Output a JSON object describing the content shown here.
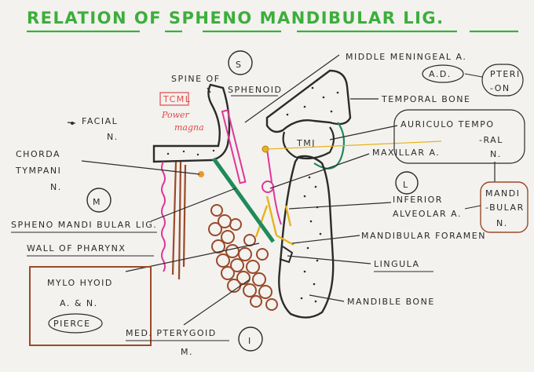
{
  "title": "RELATION OF SPHENO MANDIBULAR LIG.",
  "colors": {
    "title": "#3cae3c",
    "ink": "#2b2b2b",
    "green": "#1f8a5a",
    "pink": "#e0359a",
    "brown": "#9a4a2a",
    "orange": "#e59a2a",
    "yellow": "#e7b21a",
    "red_note": "#e24a4a"
  },
  "circles": {
    "s": "S",
    "m": "M",
    "l": "L",
    "i": "I"
  },
  "labels": {
    "spine_of_sphenoid": [
      "SPINE OF",
      "SPHENOID"
    ],
    "facial_n": [
      "FACIAL",
      "N."
    ],
    "tcml": "TCML",
    "power_magna": [
      "Power",
      "magna"
    ],
    "chorda_tympani": [
      "CHORDA",
      "TYMPANI",
      "N."
    ],
    "middle_meningeal": "MIDDLE MENINGEAL A.",
    "ad": "A.D.",
    "pterion": [
      "PTERI",
      "-ON"
    ],
    "temporal_bone": "TEMPORAL BONE",
    "tmj": "TMJ",
    "auriculo_temporal": [
      "AURICULO TEMPO",
      "-RAL",
      "N."
    ],
    "maxillar": "MAXILLAR A.",
    "inferior_alveolar": [
      "INFERIOR",
      "ALVEOLAR A."
    ],
    "mandibular_n": [
      "MANDI",
      "-BULAR",
      "N."
    ],
    "spheno_mandibular": "SPHENO MANDI BULAR LIG.",
    "wall_of_pharynx": "WALL OF PHARYNX",
    "mandibular_foramen": "MANDIBULAR FORAMEN",
    "lingula": "LINGULA",
    "mylohyoid": [
      "MYLO HYOID",
      "A. & N.",
      "PIERCE"
    ],
    "mandible_bone": "MANDIBLE BONE",
    "med_pterygoid": [
      "MED. PTERYGOID",
      "M."
    ]
  }
}
